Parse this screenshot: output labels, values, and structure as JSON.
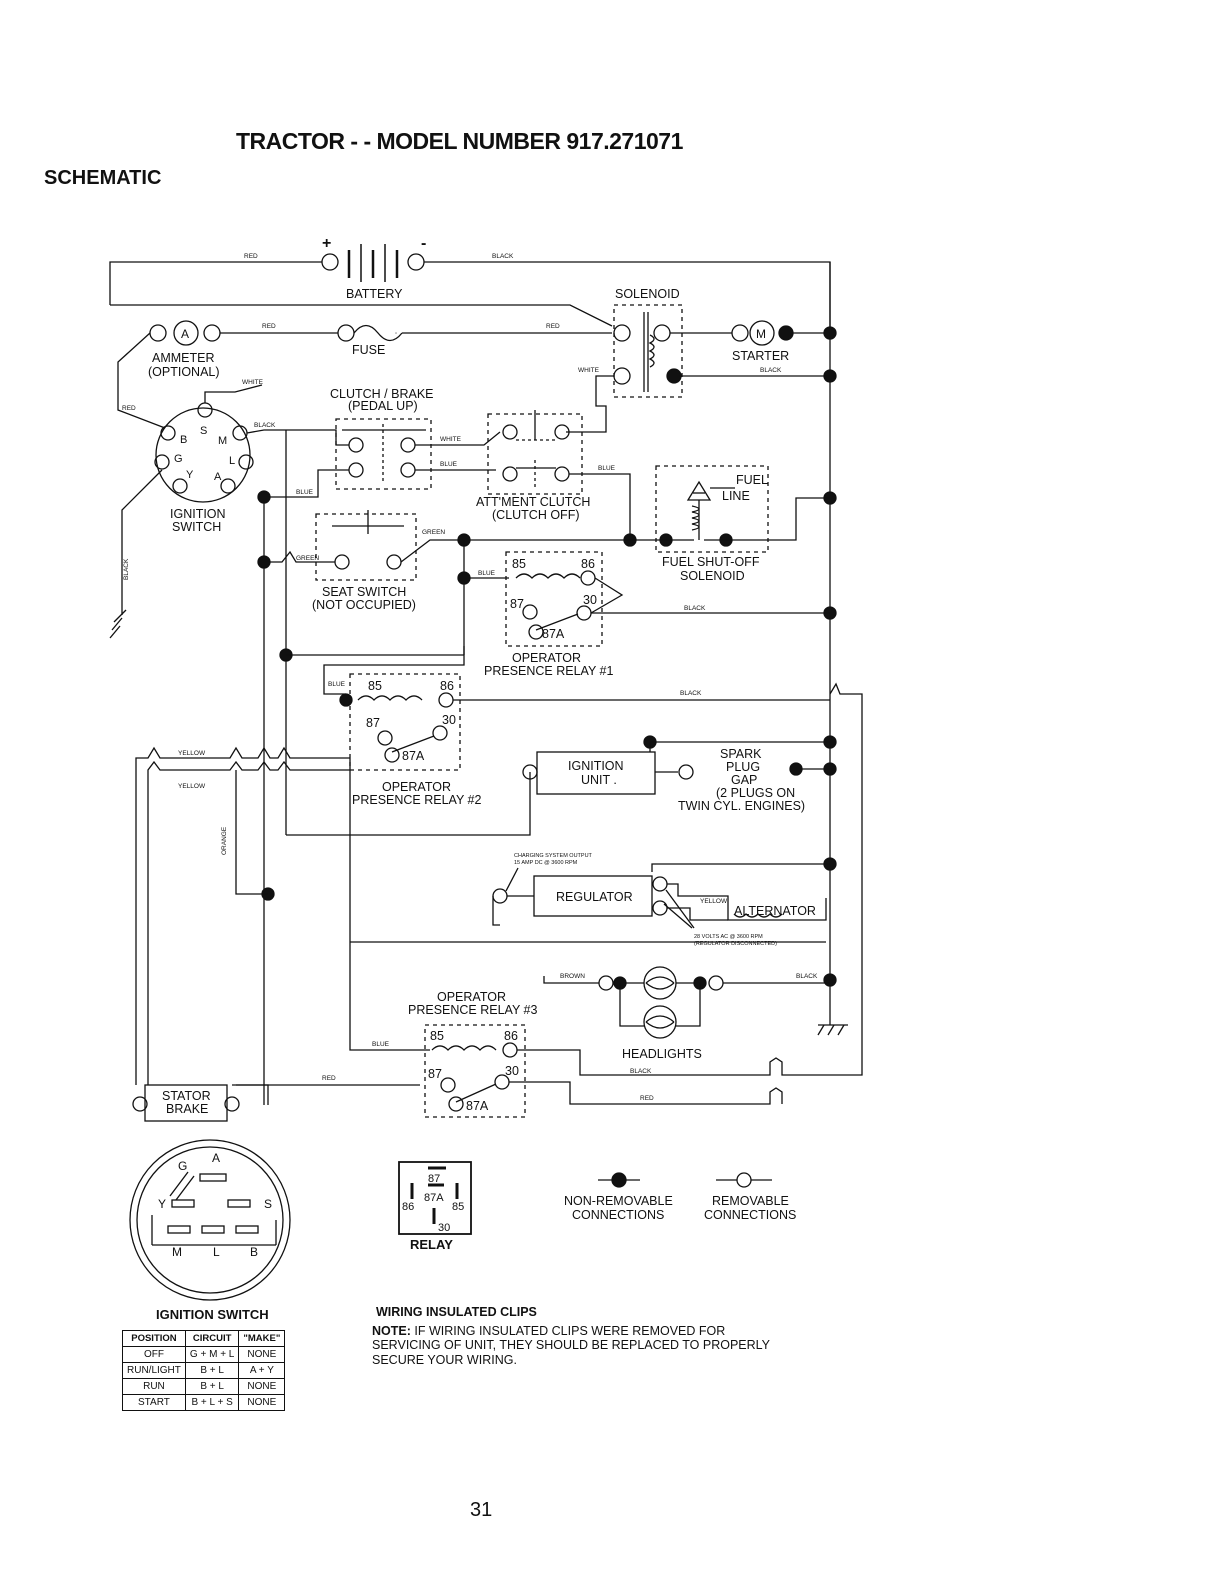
{
  "header": {
    "title": "TRACTOR - - MODEL NUMBER 917.271071",
    "subtitle": "SCHEMATIC"
  },
  "components": {
    "battery": "BATTERY",
    "battery_plus": "+",
    "battery_minus": "-",
    "solenoid": "SOLENOID",
    "ammeter": [
      "AMMETER",
      "(OPTIONAL)"
    ],
    "ammeter_symbol": "A",
    "fuse": "FUSE",
    "starter": "STARTER",
    "starter_symbol": "M",
    "clutch_brake": [
      "CLUTCH / BRAKE",
      "(PEDAL UP)"
    ],
    "attment_clutch": [
      "ATT'MENT CLUTCH",
      "(CLUTCH OFF)"
    ],
    "fuel_line": [
      "FUEL",
      "LINE"
    ],
    "fuel_shutoff": [
      "FUEL SHUT-OFF",
      "SOLENOID"
    ],
    "ignition_switch": [
      "IGNITION",
      "SWITCH"
    ],
    "seat_switch": [
      "SEAT SWITCH",
      "(NOT OCCUPIED)"
    ],
    "relay1": [
      "OPERATOR",
      "PRESENCE RELAY #1"
    ],
    "relay2": [
      "OPERATOR",
      "PRESENCE RELAY #2"
    ],
    "relay3": [
      "OPERATOR",
      "PRESENCE RELAY #3"
    ],
    "ignition_unit": [
      "IGNITION",
      "UNIT ."
    ],
    "spark_plug": [
      "SPARK",
      "PLUG",
      "GAP",
      "(2 PLUGS ON",
      "TWIN CYL. ENGINES)"
    ],
    "regulator": "REGULATOR",
    "alternator": "ALTERNATOR",
    "charging_output": [
      "CHARGING SYSTEM OUTPUT",
      "15 AMP DC @ 3600 RPM"
    ],
    "alternator_output": [
      "28 VOLTS AC @ 3600 RPM",
      "(REGULATOR DISCONNECTED)"
    ],
    "headlights": "HEADLIGHTS",
    "stator_brake": [
      "STATOR",
      "BRAKE"
    ],
    "switch_terminals": [
      "B",
      "S",
      "M",
      "G",
      "L",
      "Y",
      "A"
    ],
    "relay_terminals": [
      "85",
      "86",
      "87",
      "30",
      "87A"
    ]
  },
  "wire_colors": {
    "red": "RED",
    "black": "BLACK",
    "white": "WHITE",
    "blue": "BLUE",
    "green": "GREEN",
    "yellow": "YELLOW",
    "orange": "ORANGE",
    "brown": "BROWN"
  },
  "legend": {
    "non_removable": [
      "NON-REMOVABLE",
      "CONNECTIONS"
    ],
    "removable": [
      "REMOVABLE",
      "CONNECTIONS"
    ],
    "relay": "RELAY"
  },
  "ignition_switch_table": {
    "caption": "IGNITION SWITCH",
    "headers": [
      "POSITION",
      "CIRCUIT",
      "\"MAKE\""
    ],
    "rows": [
      [
        "OFF",
        "G + M + L",
        "NONE"
      ],
      [
        "RUN/LIGHT",
        "B + L",
        "A + Y"
      ],
      [
        "RUN",
        "B + L",
        "NONE"
      ],
      [
        "START",
        "B + L + S",
        "NONE"
      ]
    ]
  },
  "wiring_clips": {
    "heading": "WIRING INSULATED CLIPS",
    "note_label": "NOTE:",
    "note_text": "IF WIRING INSULATED CLIPS WERE REMOVED FOR SERVICING OF UNIT, THEY SHOULD BE REPLACED TO PROPERLY SECURE YOUR WIRING."
  },
  "page_number": "31"
}
